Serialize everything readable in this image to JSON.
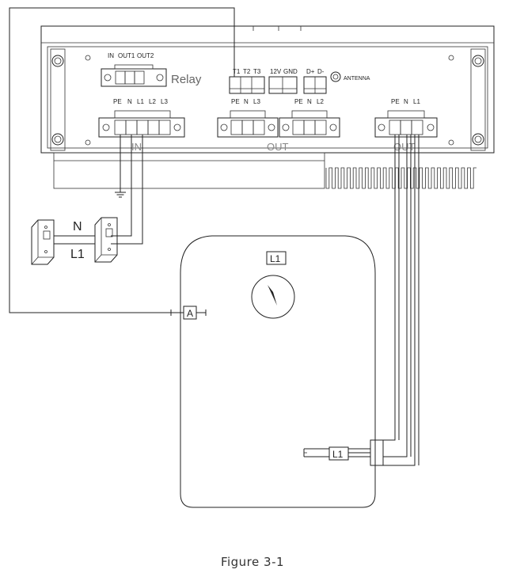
{
  "device": {
    "relay_labels": [
      "IN",
      "OUT1",
      "OUT2"
    ],
    "relay_title": "Relay",
    "sensor_labels": [
      "T1",
      "T2",
      "T3"
    ],
    "power_labels": [
      "12V",
      "GND"
    ],
    "data_labels": [
      "D+",
      "D-"
    ],
    "antenna_label": "ANTENNA",
    "input_terminal_labels": [
      "PE",
      "N",
      "L1",
      "L2",
      "L3"
    ],
    "input_label": "IN",
    "out_group1_labels": [
      "PE",
      "N",
      "L3"
    ],
    "out_group2_labels": [
      "PE",
      "N",
      "L2"
    ],
    "out_middle_label": "OUT",
    "out_group3_labels": [
      "PE",
      "N",
      "L1"
    ],
    "out_right_label": "OUT"
  },
  "breakers": {
    "n_label": "N",
    "l1_label": "L1"
  },
  "tank": {
    "phase_label": "L1",
    "current_sensor_label": "A",
    "heater_label": "L1"
  },
  "caption": "Figure 3-1"
}
